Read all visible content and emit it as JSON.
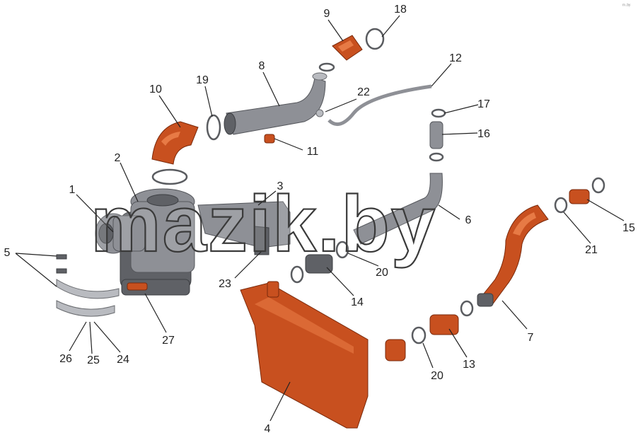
{
  "watermark": "mazik.by",
  "corner_mark": "ᵐ·ᵇʸ",
  "callouts": [
    {
      "id": "c1",
      "label": "1"
    },
    {
      "id": "c2",
      "label": "2"
    },
    {
      "id": "c3",
      "label": "3"
    },
    {
      "id": "c4",
      "label": "4"
    },
    {
      "id": "c5",
      "label": "5"
    },
    {
      "id": "c6",
      "label": "6"
    },
    {
      "id": "c7",
      "label": "7"
    },
    {
      "id": "c8",
      "label": "8"
    },
    {
      "id": "c9",
      "label": "9"
    },
    {
      "id": "c10",
      "label": "10"
    },
    {
      "id": "c11",
      "label": "11"
    },
    {
      "id": "c12",
      "label": "12"
    },
    {
      "id": "c13",
      "label": "13"
    },
    {
      "id": "c14",
      "label": "14"
    },
    {
      "id": "c15",
      "label": "15"
    },
    {
      "id": "c16",
      "label": "16"
    },
    {
      "id": "c17",
      "label": "17"
    },
    {
      "id": "c18",
      "label": "18"
    },
    {
      "id": "c19",
      "label": "19"
    },
    {
      "id": "c20a",
      "label": "20"
    },
    {
      "id": "c20b",
      "label": "20"
    },
    {
      "id": "c21",
      "label": "21"
    },
    {
      "id": "c22",
      "label": "22"
    },
    {
      "id": "c23",
      "label": "23"
    },
    {
      "id": "c24",
      "label": "24"
    },
    {
      "id": "c25",
      "label": "25"
    },
    {
      "id": "c26",
      "label": "26"
    },
    {
      "id": "c27",
      "label": "27"
    }
  ],
  "colors": {
    "steel": "#8e9096",
    "rubber_orange": "#c8501f",
    "line": "#222222"
  }
}
